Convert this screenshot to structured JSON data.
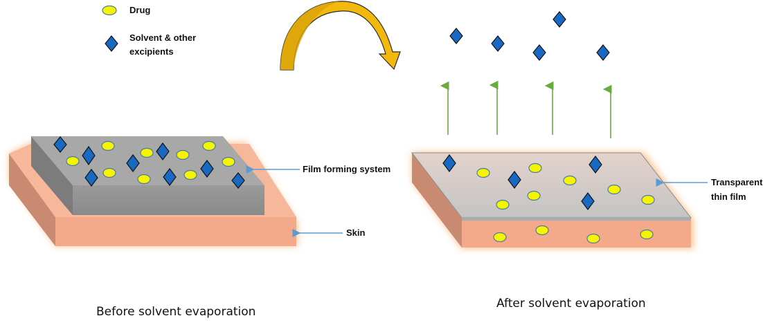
{
  "legend": {
    "drug": "Drug",
    "solvent_line1": "Solvent & other",
    "solvent_line2": "excipients"
  },
  "labels": {
    "film_forming_system": "Film forming system",
    "skin": "Skin",
    "transparent_line1": "Transparent",
    "transparent_line2": "thin film"
  },
  "captions": {
    "before": "Before solvent evaporation",
    "after": "After solvent evaporation"
  },
  "icons": {
    "drug": "yellow-ellipse",
    "solvent": "blue-diamond",
    "transition": "curved-arrow",
    "evaporation": "up-arrow"
  },
  "colors": {
    "drug_fill": "#f5f500",
    "drug_stroke": "#4a7aa6",
    "diamond_fill": "#1769c2",
    "diamond_stroke": "#111111",
    "skin_front": "#f3a98a",
    "skin_side": "#c98a72",
    "skin_top": "#f6b79a",
    "film_top": "#a6a6a6",
    "film_front": "#8e8e8e",
    "film_side": "#7c7c7c",
    "thin_film_top": "#cfcfcf",
    "arrow_gold": "#f2b90c",
    "arrow_green": "#6aab3f",
    "pointer_blue": "#5b9bd5"
  }
}
